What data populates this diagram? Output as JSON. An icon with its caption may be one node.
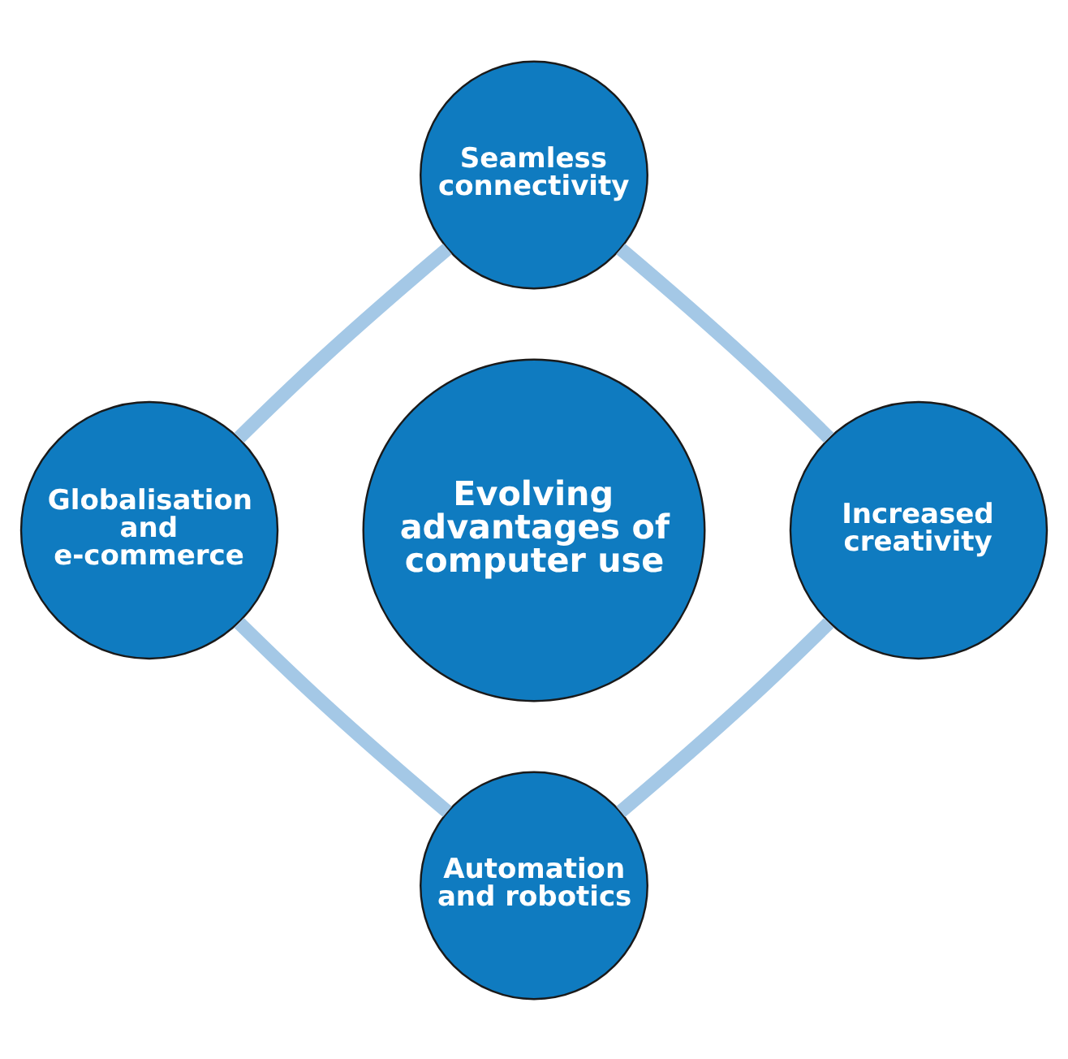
{
  "diagram": {
    "nodes": [
      {
        "text": [
          "Seamless connectivity"
        ]
      },
      {
        "text": [
          "Globalisation and e-commerce"
        ]
      },
      {
        "text": [
          "Evolving advantages of computer use"
        ]
      },
      {
        "text": [
          "Increased creativity"
        ]
      },
      {
        "text": [
          "Automation and robotics"
        ]
      }
    ],
    "edges": [
      {
        "from": 0,
        "to": 1,
        "arrow": "none"
      },
      {
        "from": 0,
        "to": 3,
        "arrow": "none"
      },
      {
        "from": 1,
        "to": 4,
        "arrow": "none"
      },
      {
        "from": 3,
        "to": 4,
        "arrow": "none"
      }
    ]
  }
}
